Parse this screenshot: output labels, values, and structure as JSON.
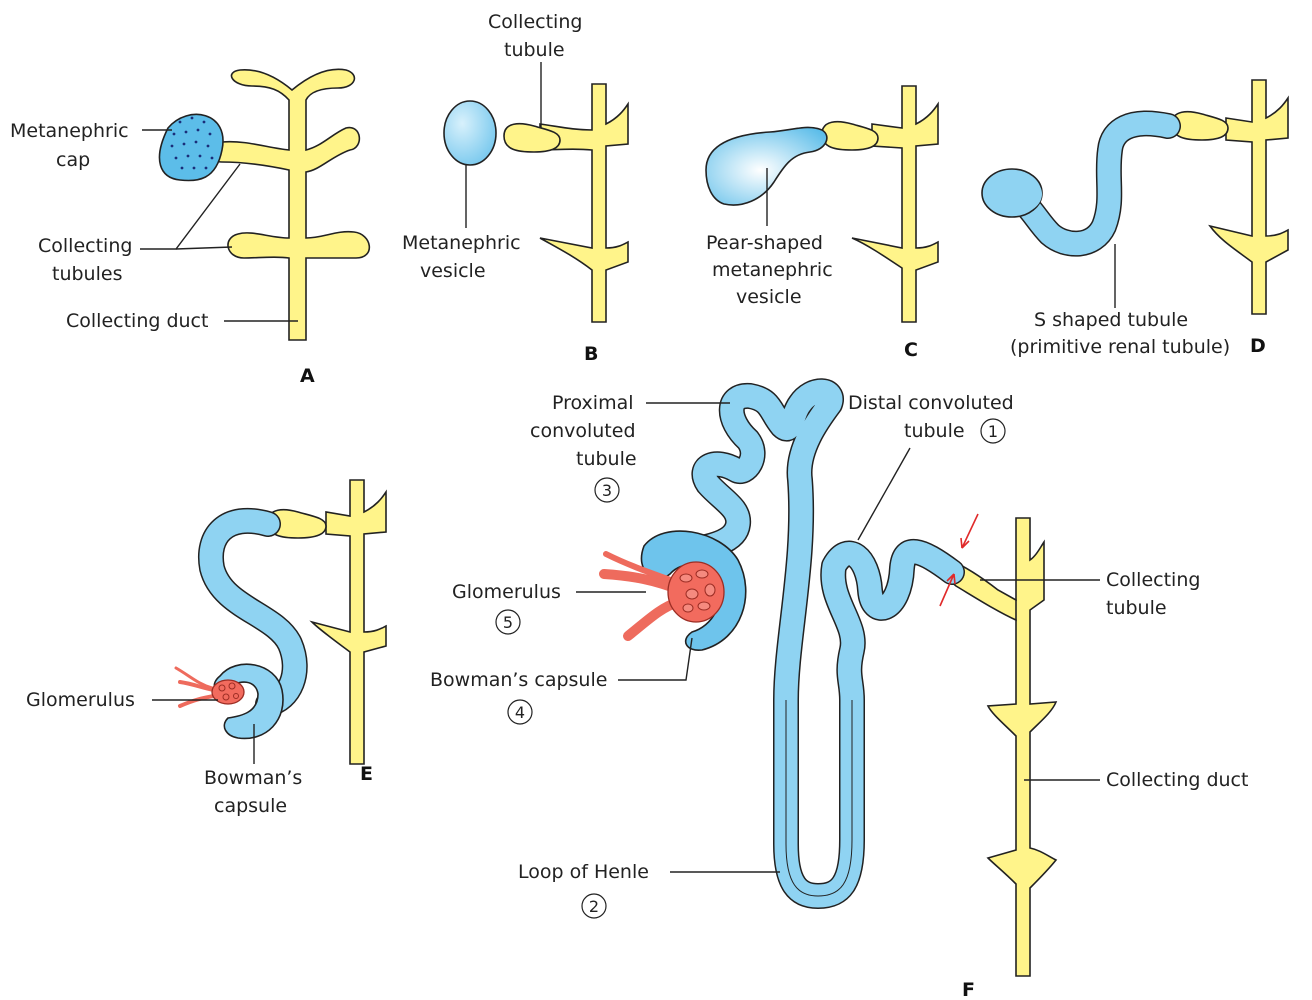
{
  "panels": {
    "a": {
      "letter": "A",
      "metanephric_cap": [
        "Metanephric",
        "cap"
      ],
      "collecting_tubules": [
        "Collecting",
        "tubules"
      ],
      "collecting_duct": "Collecting duct"
    },
    "b": {
      "letter": "B",
      "collecting_tubule": [
        "Collecting",
        "tubule"
      ],
      "metanephric_vesicle": [
        "Metanephric",
        "vesicle"
      ]
    },
    "c": {
      "letter": "C",
      "pear_vesicle": [
        "Pear-shaped",
        "metanephric",
        "vesicle"
      ]
    },
    "d": {
      "letter": "D",
      "s_tubule": [
        "S shaped tubule",
        "(primitive renal tubule)"
      ]
    },
    "e": {
      "letter": "E",
      "glomerulus": "Glomerulus",
      "bowmans_capsule": [
        "Bowman’s",
        "capsule"
      ]
    },
    "f": {
      "letter": "F",
      "proximal": [
        "Proximal",
        "convoluted",
        "tubule"
      ],
      "proximal_num": "3",
      "distal": [
        "Distal convoluted",
        "tubule"
      ],
      "distal_num": "1",
      "glomerulus": "Glomerulus",
      "glomerulus_num": "5",
      "bowmans_capsule": "Bowman’s capsule",
      "bowmans_num": "4",
      "collecting_tubule": [
        "Collecting",
        "tubule"
      ],
      "collecting_duct": "Collecting duct",
      "loop_of_henle": "Loop of Henle",
      "loop_num": "2"
    }
  },
  "colors": {
    "duct_yellow": "#fff48a",
    "tubule_blue": "#8fd3f2",
    "glomerulus_red": "#f26b5e",
    "arrow_red": "#e02a2a"
  }
}
